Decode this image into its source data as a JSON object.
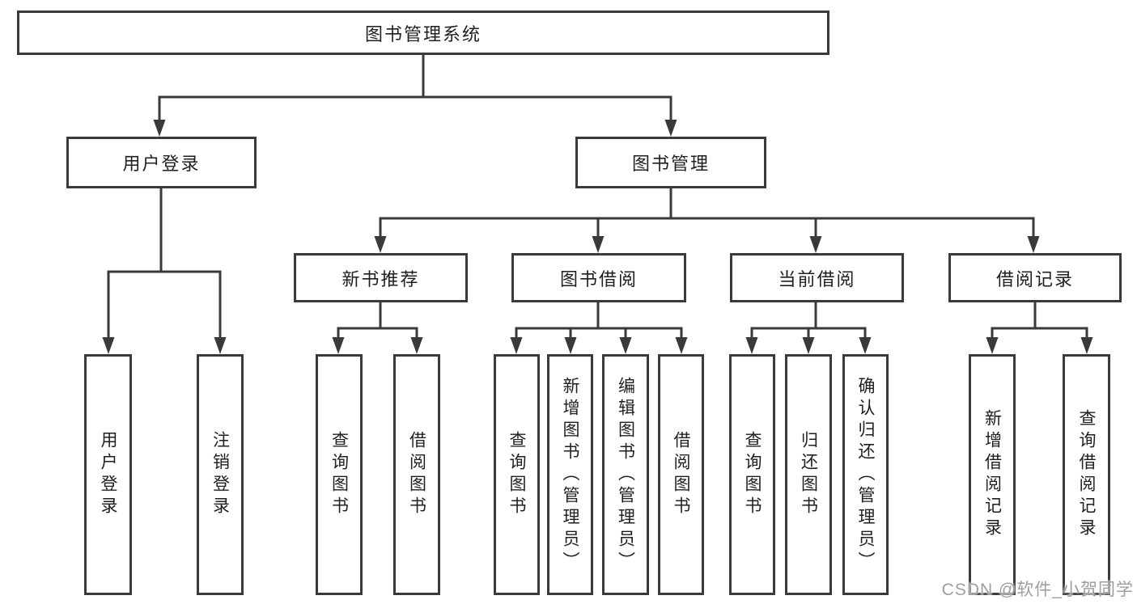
{
  "tree": {
    "root": {
      "label": "图书管理系统"
    },
    "branches": [
      {
        "label": "用户登录",
        "children": [
          {
            "label": "用户登录"
          },
          {
            "label": "注销登录"
          }
        ]
      },
      {
        "label": "图书管理",
        "children": [
          {
            "label": "新书推荐",
            "children": [
              {
                "label": "查询图书"
              },
              {
                "label": "借阅图书"
              }
            ]
          },
          {
            "label": "图书借阅",
            "children": [
              {
                "label": "查询图书"
              },
              {
                "label": "新增图书（管理员）"
              },
              {
                "label": "编辑图书（管理员）"
              },
              {
                "label": "借阅图书"
              }
            ]
          },
          {
            "label": "当前借阅",
            "children": [
              {
                "label": "查询图书"
              },
              {
                "label": "归还图书"
              },
              {
                "label": "确认归还（管理员）"
              }
            ]
          },
          {
            "label": "借阅记录",
            "children": [
              {
                "label": "新增借阅记录"
              },
              {
                "label": "查询借阅记录"
              }
            ]
          }
        ]
      }
    ]
  },
  "watermark": {
    "text": "CSDN @软件_小贺同学"
  },
  "colors": {
    "line": "#3a3a3a",
    "text": "#1f1f1f",
    "watermark": "#9e9e9e",
    "background": "#ffffff"
  }
}
